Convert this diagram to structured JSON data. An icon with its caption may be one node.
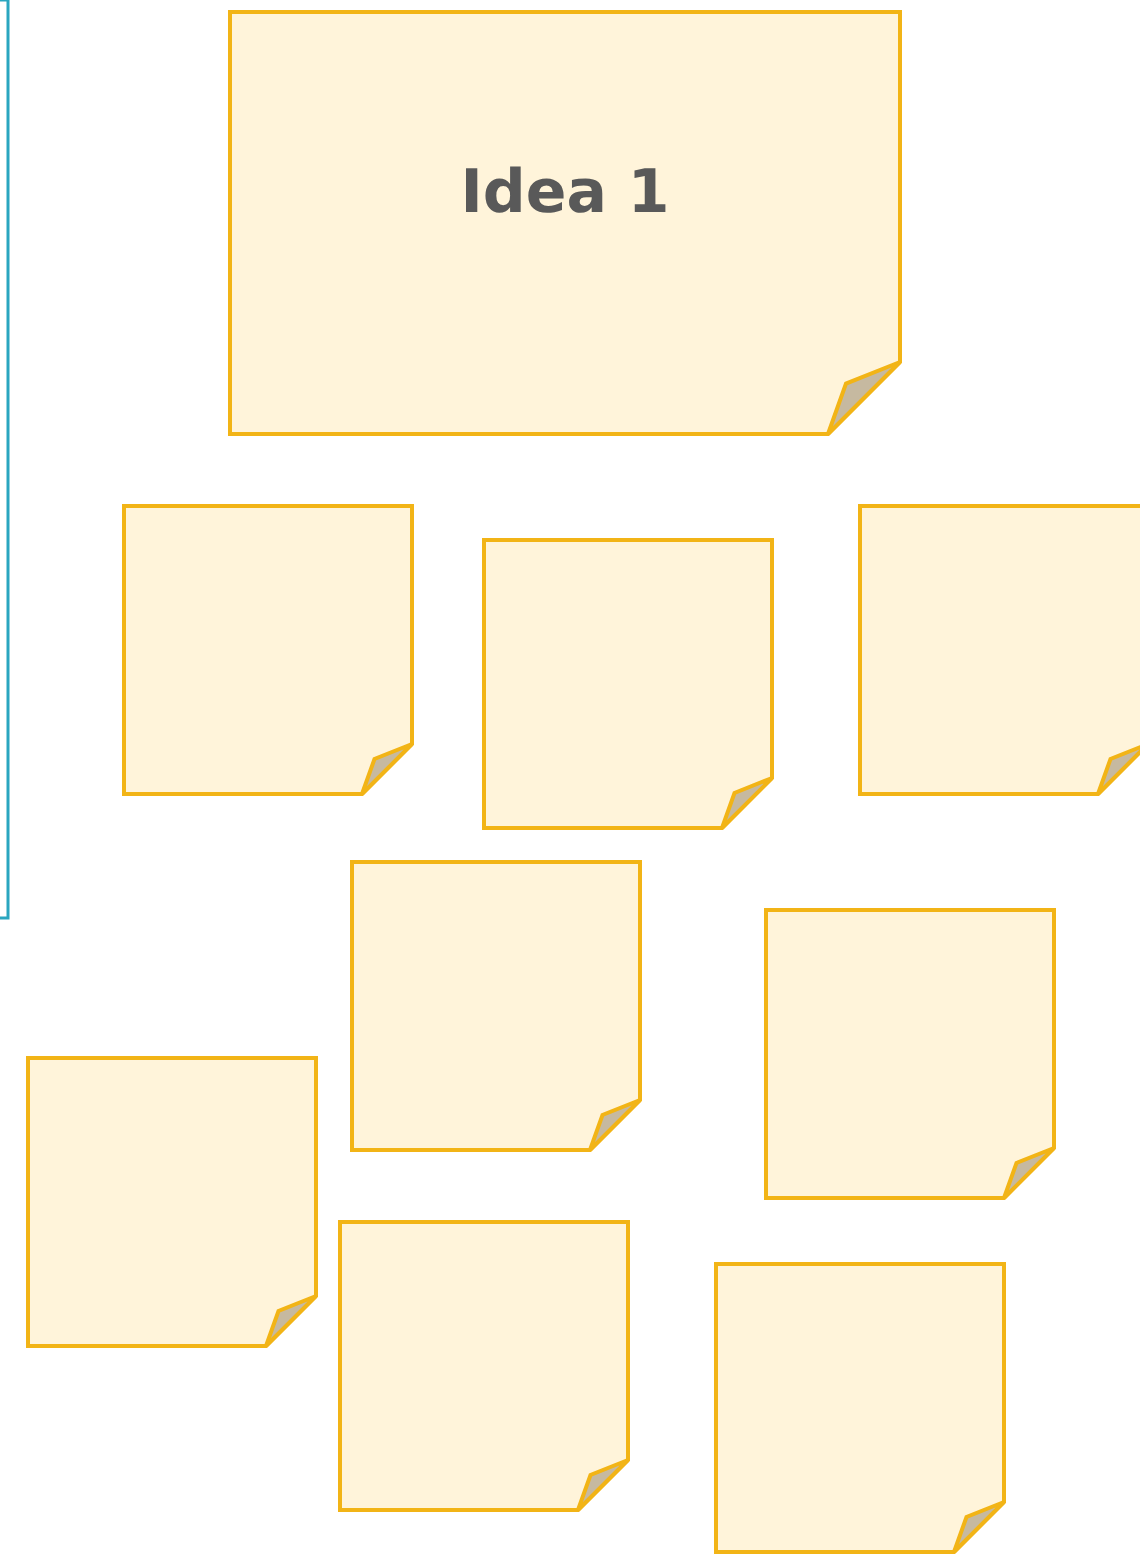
{
  "diagram": {
    "nodes": [
      {
        "text": [
          "Idea 1"
        ]
      },
      {
        "text": [],
        "shape": "box"
      },
      {
        "text": [],
        "shape": "box"
      },
      {
        "text": [],
        "shape": "box"
      },
      {
        "text": [],
        "shape": "box"
      },
      {
        "text": [],
        "shape": "box"
      },
      {
        "text": [],
        "shape": "box"
      },
      {
        "text": [],
        "shape": "box"
      },
      {
        "text": [],
        "shape": "box"
      }
    ]
  }
}
